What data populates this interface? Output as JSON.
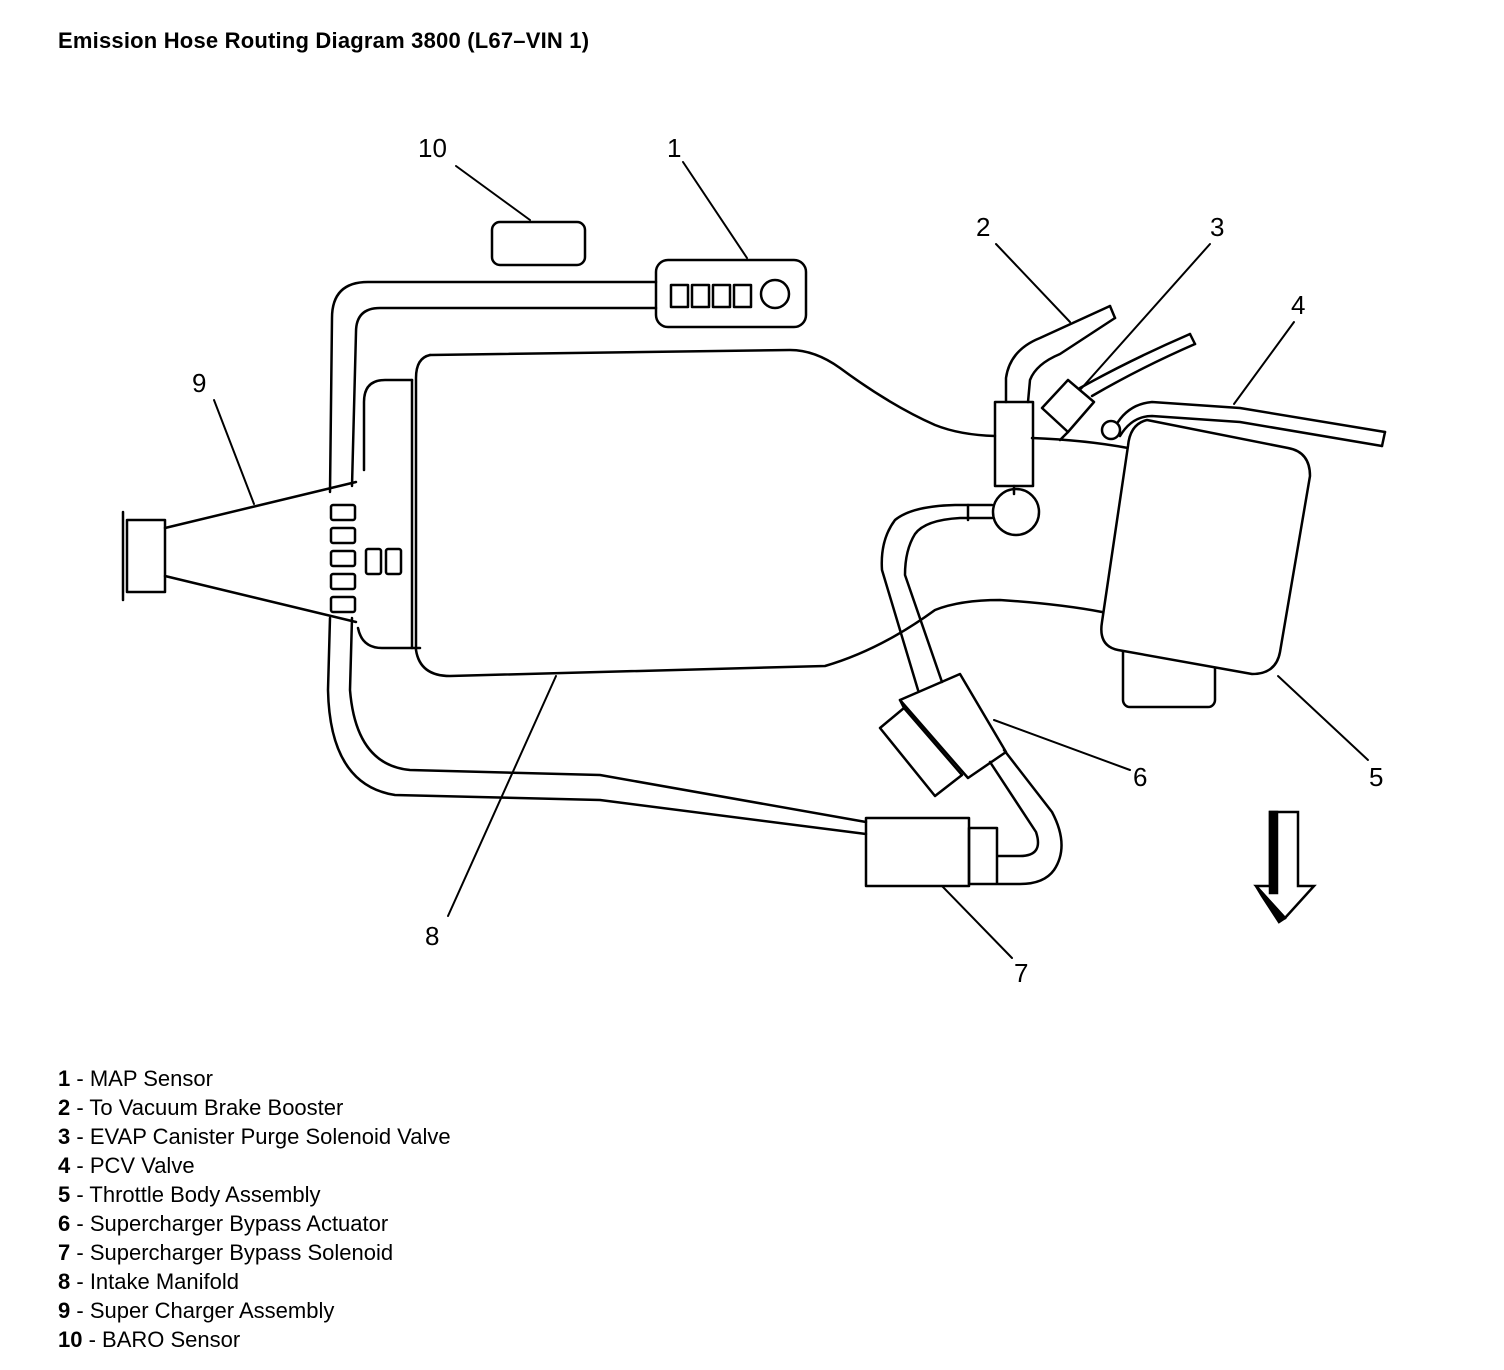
{
  "title": "Emission Hose Routing Diagram 3800 (L67–VIN 1)",
  "callouts": {
    "c1": "1",
    "c2": "2",
    "c3": "3",
    "c4": "4",
    "c5": "5",
    "c6": "6",
    "c7": "7",
    "c8": "8",
    "c9": "9",
    "c10": "10"
  },
  "legend": [
    {
      "num": "1",
      "sep": " - ",
      "text": "MAP Sensor"
    },
    {
      "num": "2",
      "sep": " - ",
      "text": "To Vacuum Brake Booster"
    },
    {
      "num": "3",
      "sep": " - ",
      "text": "EVAP Canister Purge Solenoid Valve"
    },
    {
      "num": "4",
      "sep": " - ",
      "text": "PCV Valve"
    },
    {
      "num": "5",
      "sep": " - ",
      "text": "Throttle Body Assembly"
    },
    {
      "num": "6",
      "sep": " - ",
      "text": "Supercharger Bypass Actuator"
    },
    {
      "num": "7",
      "sep": " - ",
      "text": "Supercharger Bypass Solenoid"
    },
    {
      "num": "8",
      "sep": " - ",
      "text": "Intake Manifold"
    },
    {
      "num": "9",
      "sep": " - ",
      "text": "Super Charger Assembly"
    },
    {
      "num": "10",
      "sep": " - ",
      "text": "BARO Sensor"
    }
  ],
  "icons": {
    "direction_arrow": "arrow-down-icon"
  },
  "colors": {
    "ink": "#000000",
    "paper": "#ffffff"
  }
}
